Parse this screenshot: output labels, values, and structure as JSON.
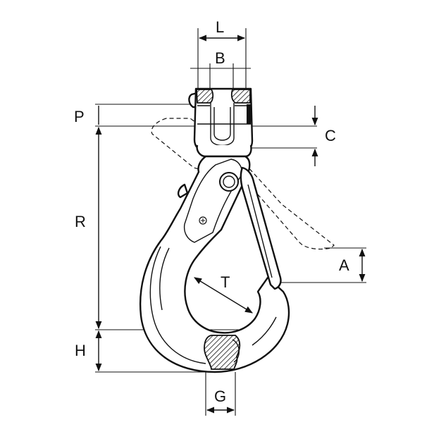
{
  "diagram": {
    "labels": {
      "L": "L",
      "B": "B",
      "P": "P",
      "C": "C",
      "R": "R",
      "A": "A",
      "T": "T",
      "H": "H",
      "G": "G"
    }
  }
}
